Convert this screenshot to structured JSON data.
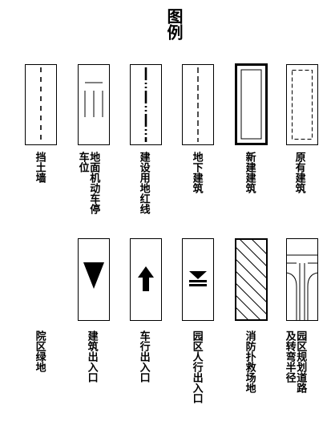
{
  "title": "图例",
  "row1": {
    "existing_building": "原有建筑",
    "new_building": "新建建筑",
    "underground_building": "地下建筑",
    "red_line": "建设用地红线",
    "ground_parking": "地面机动车停\n车位",
    "retaining_wall": "挡土墙"
  },
  "row2": {
    "road_turn_radius": "园区规划道路\n及转弯半径",
    "fire_site": "消防扑救场地",
    "pedestrian_entrance": "园区人行出入口",
    "vehicle_entrance": "车行出入口",
    "building_entrance": "建筑出入口",
    "green_space": "院区绿地"
  }
}
